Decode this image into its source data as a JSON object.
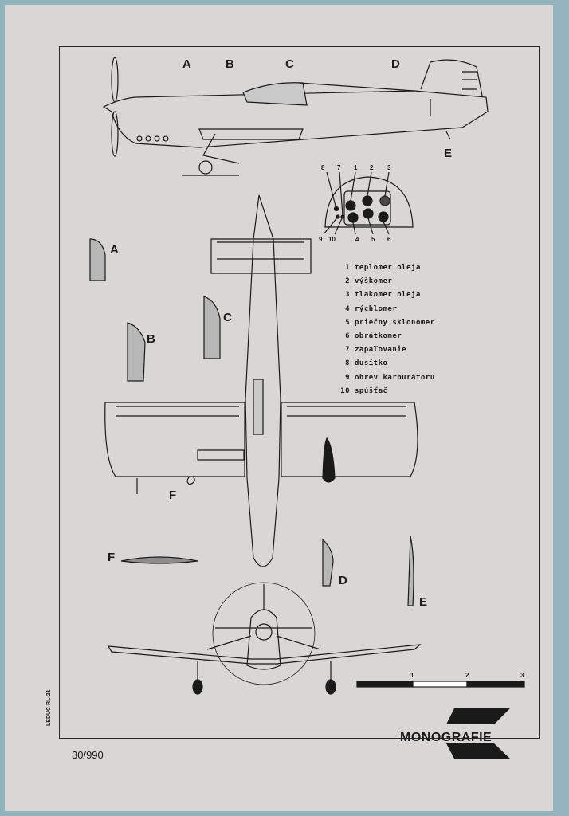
{
  "sections": {
    "top": [
      "A",
      "B",
      "C",
      "D"
    ],
    "e_top": "E",
    "a": "A",
    "b": "B",
    "c": "C",
    "d": "D",
    "e": "E",
    "f": "F",
    "f_wing": "F"
  },
  "instrument_numbers": [
    "8",
    "7",
    "1",
    "2",
    "3",
    "9",
    "10",
    "4",
    "5",
    "6"
  ],
  "legend": [
    {
      "n": "1",
      "text": "teplomer oleja"
    },
    {
      "n": "2",
      "text": "výškomer"
    },
    {
      "n": "3",
      "text": "tlakomer oleja"
    },
    {
      "n": "4",
      "text": "rýchlomer"
    },
    {
      "n": "5",
      "text": "priečny sklonomer"
    },
    {
      "n": "6",
      "text": "obrátkomer"
    },
    {
      "n": "7",
      "text": "zapaľovanie"
    },
    {
      "n": "8",
      "text": "dusítko"
    },
    {
      "n": "9",
      "text": "ohrev karburátoru"
    },
    {
      "n": "10",
      "text": "spúšťač"
    }
  ],
  "scale_labels": [
    "1",
    "2",
    "3"
  ],
  "side_caption": "LEDUC RL-21",
  "sheet_number": "30/990",
  "brand": "MONOGRAFIE"
}
